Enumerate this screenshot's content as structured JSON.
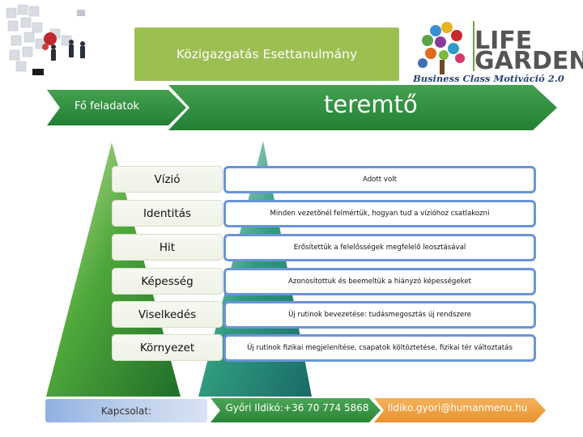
{
  "header": {
    "title": "Közigazgatás Esettanulmány",
    "banner_left": "Fő feladatok",
    "banner_right": "teremtő"
  },
  "logo": {
    "line1": "LIFE",
    "line2": "GARDEN",
    "tagline": "Business Class Motiváció 2.0"
  },
  "rows": [
    {
      "level": "Vízió",
      "description": "Adott volt"
    },
    {
      "level": "Identitás",
      "description": "Minden vezetőnél felmértük, hogyan tud a vízióhoz csatlakozni"
    },
    {
      "level": "Hit",
      "description": "Erősítettük a felelősségek megfelelő leosztásával"
    },
    {
      "level": "Képesség",
      "description": "Azonosítottuk és beemeltük a hiányzó képességeket"
    },
    {
      "level": "Viselkedés",
      "description": "Új rutinok bevezetése: tudásmegosztás új rendszere"
    },
    {
      "level": "Környezet",
      "description": "Új rutinok fizikai megjelenítése, csapatok költöztetése, fizikai tér változtatás"
    }
  ],
  "footer": {
    "contact_label": "Kapcsolat:",
    "phone": "Győri Ildikó:+36 70 774 5868",
    "email": "Ildiko.gyori@humanmenu.hu"
  },
  "colors": {
    "title_green": "#9cbf52",
    "banner_green": "#2e8b3c",
    "box_border_blue": "#6a95d6",
    "footer_orange": "#f0a044"
  }
}
